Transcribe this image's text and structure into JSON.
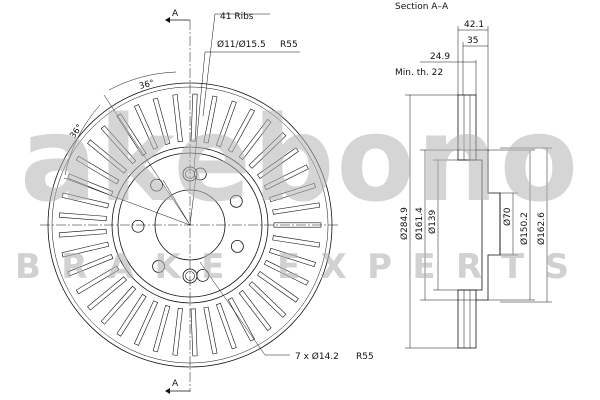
{
  "watermark": {
    "brand": "akebono",
    "tagline": "BRAKE EXPERTS"
  },
  "front_view": {
    "section_mark_top": "A",
    "section_mark_bottom": "A",
    "ribs_label": "41 Ribs",
    "hole_label": "Ø11/Ø15.5",
    "hole_radius_label": "R55",
    "angle_label_1": "36°",
    "angle_label_2": "36°",
    "bolt_label": "7 x Ø14.2",
    "bolt_radius_label": "R55",
    "rib_count": 41,
    "bolt_count": 7
  },
  "section_view": {
    "title": "Section A–A",
    "dim_42_1": "42.1",
    "dim_35": "35",
    "dim_24_9": "24.9",
    "min_thickness": "Min. th. 22",
    "dia_284_9": "Ø284.9",
    "dia_161_4": "Ø161.4",
    "dia_139": "Ø139",
    "dia_70": "Ø70",
    "dia_150_2": "Ø150.2",
    "dia_162_6": "Ø162.6"
  }
}
